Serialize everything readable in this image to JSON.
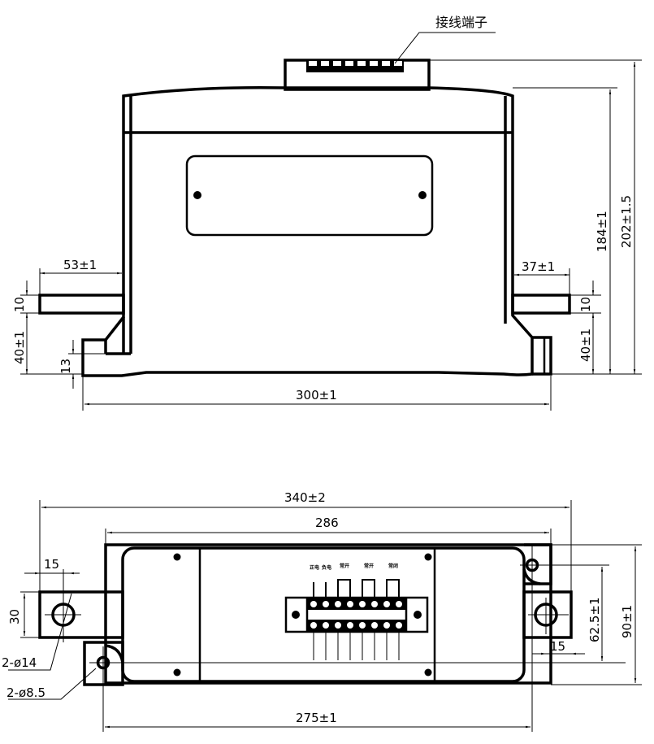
{
  "drawing": {
    "front_view": {
      "callout_label": "接线端子",
      "dims": {
        "left_busbar_length": "53±1",
        "right_busbar_length": "37±1",
        "left_busbar_thickness": "10",
        "right_busbar_thickness": "10",
        "left_busbar_height": "40±1",
        "right_busbar_height": "40±1",
        "foot_height": "13",
        "base_width": "300±1",
        "body_height": "184±1",
        "total_height": "202±1.5"
      }
    },
    "bottom_view": {
      "dims": {
        "overall_length": "340±2",
        "body_length": "286",
        "mount_hole_spacing": "275±1",
        "busbar_width": "30",
        "left_hole_offset": "15",
        "right_hole_offset": "15",
        "hole_spacing_vertical": "62.5±1",
        "overall_width": "90±1",
        "busbar_hole": "2-ø14",
        "mount_hole": "2-ø8.5"
      },
      "terminal_labels": [
        "正电",
        "负电",
        "常开",
        "常开",
        "常闭"
      ]
    }
  }
}
